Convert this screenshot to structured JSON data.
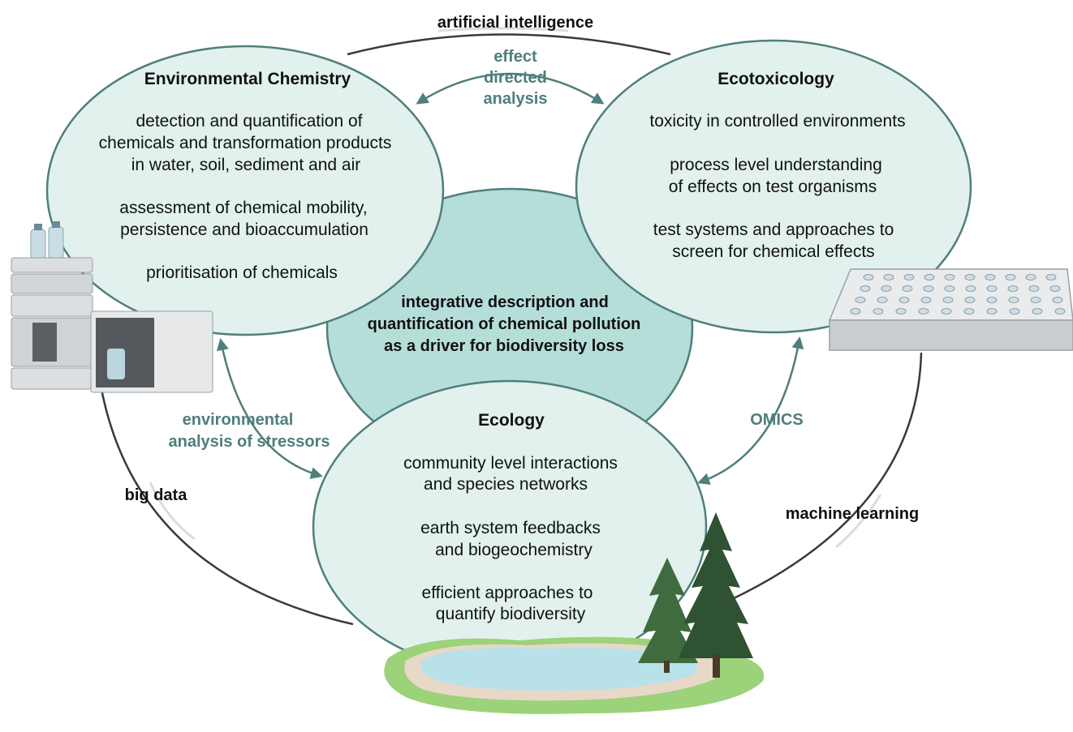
{
  "ring_labels": {
    "top": "artificial intelligence",
    "left": "big data",
    "right": "machine learning"
  },
  "center": {
    "lines": [
      "integrative description and",
      "quantification of chemical pollution",
      "as a driver for biodiversity loss"
    ]
  },
  "env_chem": {
    "title": "Environmental Chemistry",
    "lines": [
      "detection and quantification of",
      "chemicals and transformation products",
      "in water, soil, sediment and air",
      "assessment of chemical mobility,",
      "persistence and bioaccumulation",
      "prioritisation of chemicals"
    ]
  },
  "ecotox": {
    "title": "Ecotoxicology",
    "lines": [
      "toxicity in controlled environments",
      "process level understanding",
      "of effects on test organisms",
      "test systems and approaches to",
      "screen for chemical effects"
    ]
  },
  "ecology": {
    "title": "Ecology",
    "lines": [
      "community level interactions",
      "and species networks",
      "earth system feedbacks",
      "and biogeochemistry",
      "efficient approaches to",
      "quantify biodiversity"
    ]
  },
  "links": {
    "eda": [
      "effect",
      "directed",
      "analysis"
    ],
    "stressors": [
      "environmental",
      "analysis of stressors"
    ],
    "omics": "OMICS"
  },
  "colors": {
    "circle_fill": "#e2f1ee",
    "circle_stroke": "#4f7f7c",
    "center_fill": "#b5ded9",
    "link_text": "#4e7e7c",
    "ring": "#3a3a3a"
  },
  "icons": [
    "hplc-instrument-icon",
    "well-plate-icon",
    "pond-icon",
    "tree-icon"
  ]
}
